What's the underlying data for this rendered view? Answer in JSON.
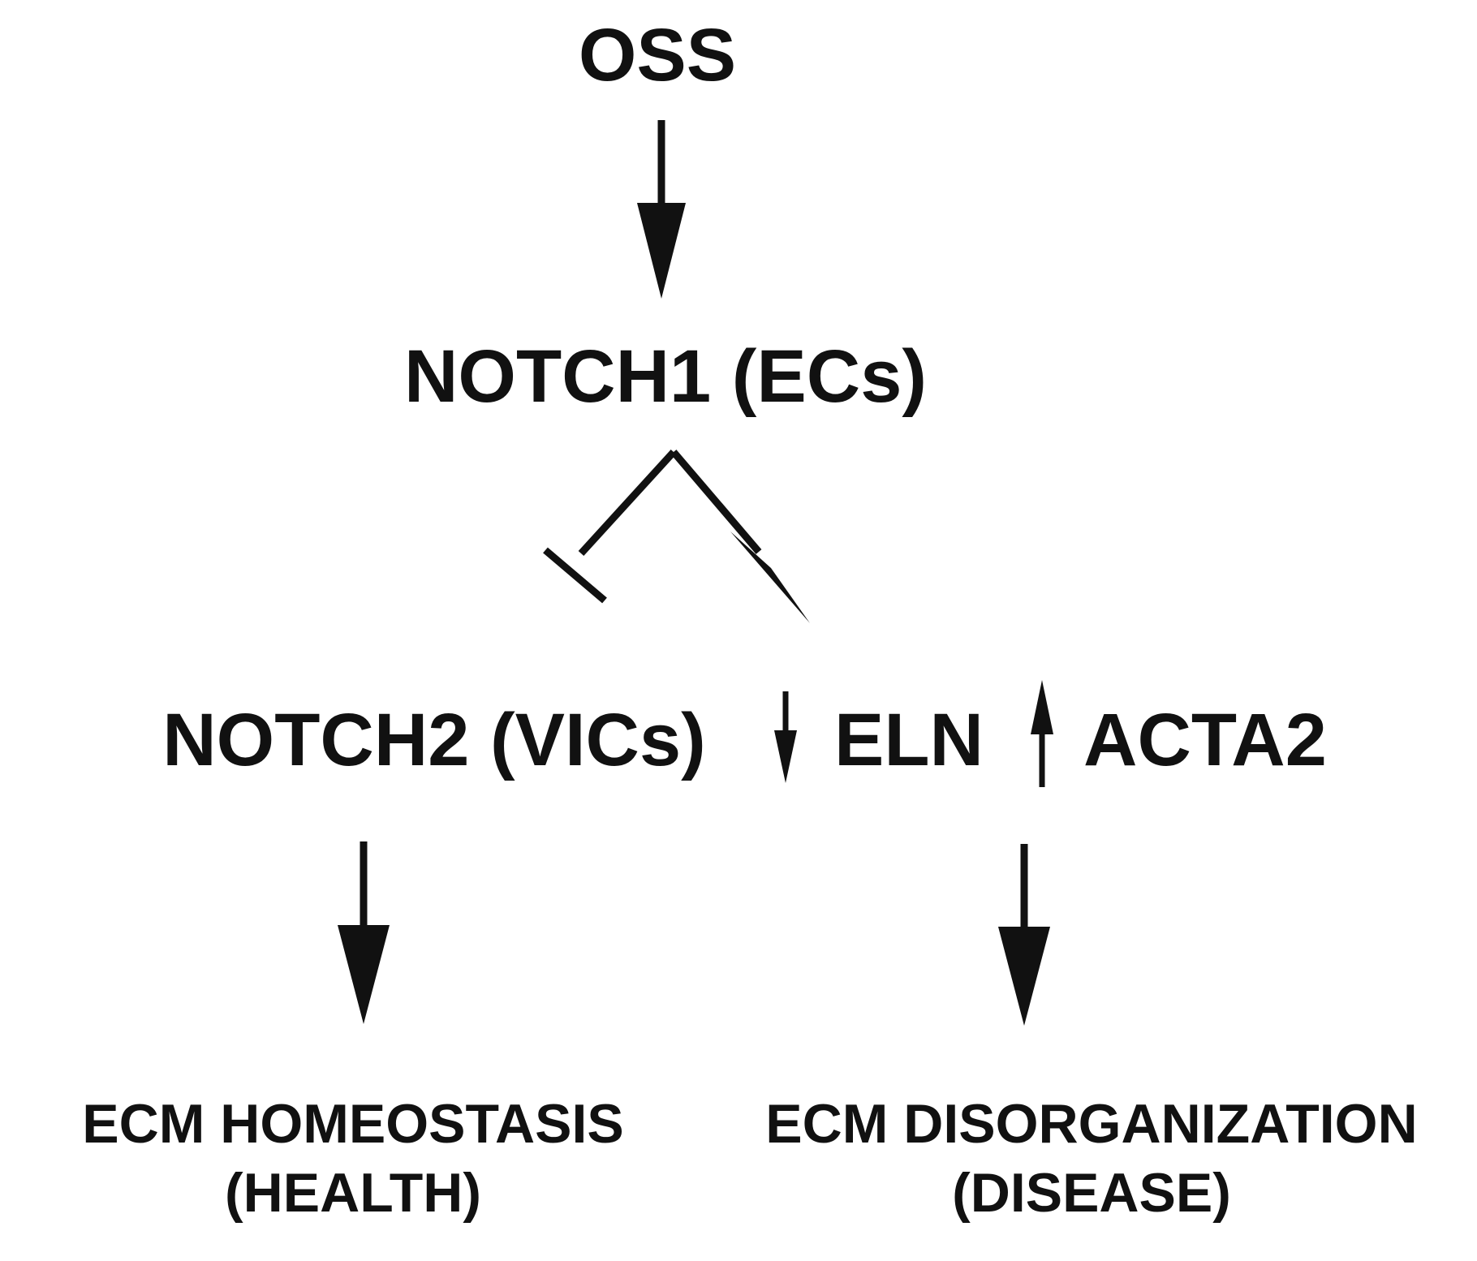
{
  "nodes": {
    "oss": "OSS",
    "notch1": "NOTCH1 (ECs)",
    "notch2": "NOTCH2 (VICs)",
    "eln": "ELN",
    "acta2": "ACTA2",
    "homeostasis": {
      "line1": "ECM HOMEOSTASIS",
      "line2": "(HEALTH)"
    },
    "disorganization": {
      "line1": "ECM DISORGANIZATION",
      "line2": "(DISEASE)"
    }
  },
  "edges": [
    {
      "from": "OSS",
      "to": "NOTCH1 (ECs)",
      "type": "activation"
    },
    {
      "from": "NOTCH1 (ECs)",
      "to": "NOTCH2 (VICs)",
      "type": "inhibition"
    },
    {
      "from": "NOTCH1 (ECs)",
      "to": "ELN / ACTA2",
      "type": "activation"
    },
    {
      "from": "NOTCH2 (VICs)",
      "to": "ECM HOMEOSTASIS (HEALTH)",
      "type": "activation"
    },
    {
      "from": "ELN / ACTA2",
      "to": "ECM DISORGANIZATION (DISEASE)",
      "type": "activation"
    }
  ],
  "regulation": {
    "eln": "down",
    "acta2": "up"
  },
  "colors": {
    "ink": "#111111",
    "background": "#ffffff"
  }
}
